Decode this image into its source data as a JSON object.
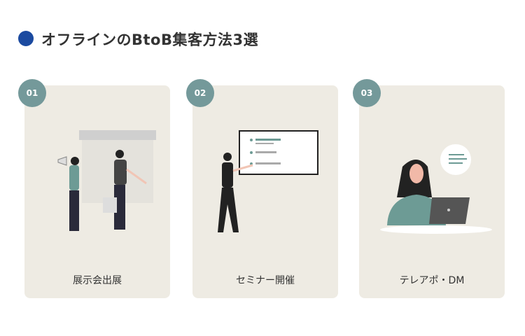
{
  "heading": {
    "title": "オフラインのBtoB集客方法3選",
    "dot_color": "#1b4aa0"
  },
  "cards": [
    {
      "number": "01",
      "label": "展示会出展",
      "illustration": "exhibition-illustration"
    },
    {
      "number": "02",
      "label": "セミナー開催",
      "illustration": "seminar-illustration"
    },
    {
      "number": "03",
      "label": "テレアポ・DM",
      "illustration": "telemarketing-illustration"
    }
  ],
  "colors": {
    "card_bg": "#eeebe3",
    "badge": "#74999a",
    "accent_teal": "#6d9b95"
  }
}
